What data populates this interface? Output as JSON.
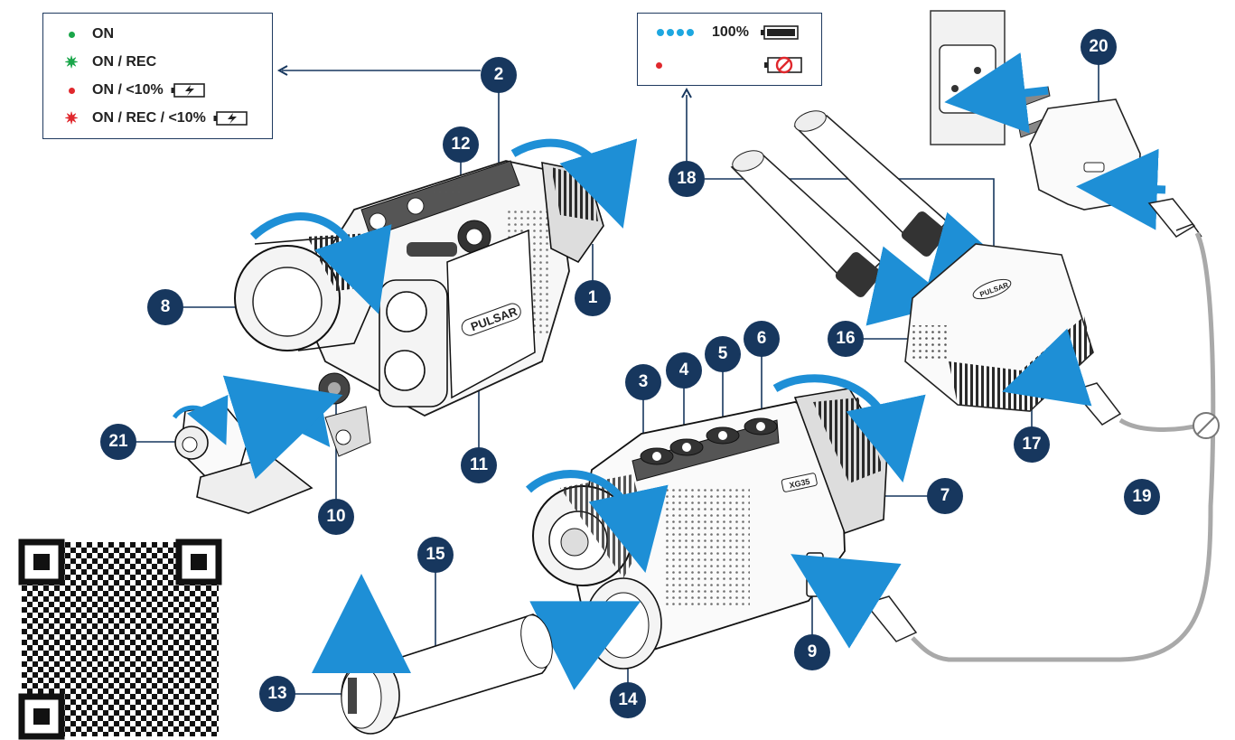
{
  "legend_left": {
    "rows": [
      {
        "label": "ON",
        "symbol": "dot",
        "color": "#1aa64a"
      },
      {
        "label": "ON / REC",
        "symbol": "star",
        "color": "#1aa64a"
      },
      {
        "label": "ON / <10%",
        "symbol": "dot",
        "color": "#e0282d"
      },
      {
        "label": "ON / REC / <10%",
        "symbol": "star",
        "color": "#e0282d"
      }
    ]
  },
  "legend_right": {
    "full_label": "100%",
    "dot_color_blue": "#1ea7e0",
    "dot_color_red": "#e0282d"
  },
  "callouts": [
    "1",
    "2",
    "3",
    "4",
    "5",
    "6",
    "7",
    "8",
    "9",
    "10",
    "11",
    "12",
    "13",
    "14",
    "15",
    "16",
    "17",
    "18",
    "19",
    "20",
    "21"
  ],
  "device_labels": {
    "brand": "PULSAR",
    "brand_small": "PULSAR",
    "model": "XG35"
  },
  "colors": {
    "callout_bg": "#17375e",
    "line": "#17375e",
    "arrow": "#1e8fd6",
    "cable": "#a9a9a9",
    "body_stroke": "#1a1a1a"
  }
}
